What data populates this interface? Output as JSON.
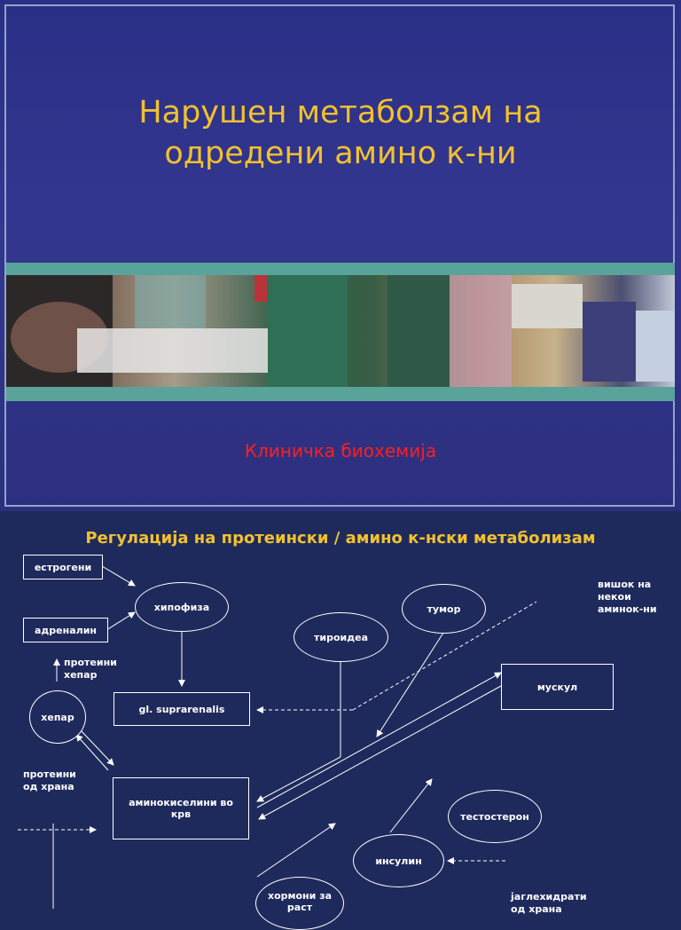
{
  "slide1": {
    "title_line1": "Нарушен метаболзам на",
    "title_line2": "одредени амино к-ни",
    "subtitle": "Клиничка биохемија"
  },
  "slide2": {
    "title": "Регулација на протеински / амино к-нски метаболизам",
    "nodes": {
      "estrogeni": "естрогени",
      "hipofiza": "хипофиза",
      "adrenalin": "адреналин",
      "tumor": "тумор",
      "tiroidea": "тироидеа",
      "muskul": "мускул",
      "hepar": "хепар",
      "suprarenalis": "gl. suprarenalis",
      "aminokiselini": "аминокиселини во крв",
      "testosteron": "тестостерон",
      "insulin": "инсулин",
      "hormoni": "хормони за раст"
    },
    "labels": {
      "proteini_hepar_1": "протеини",
      "proteini_hepar_2": "хепар",
      "proteini_hrana_1": "протеини",
      "proteini_hrana_2": "од храна",
      "visok_1": "вишок на",
      "visok_2": "некои",
      "visok_3": "аминок-ни",
      "jaglehidrati_1": "јаглехидрати",
      "jaglehidrati_2": "од храна",
      "up_arrow": "↑"
    }
  }
}
